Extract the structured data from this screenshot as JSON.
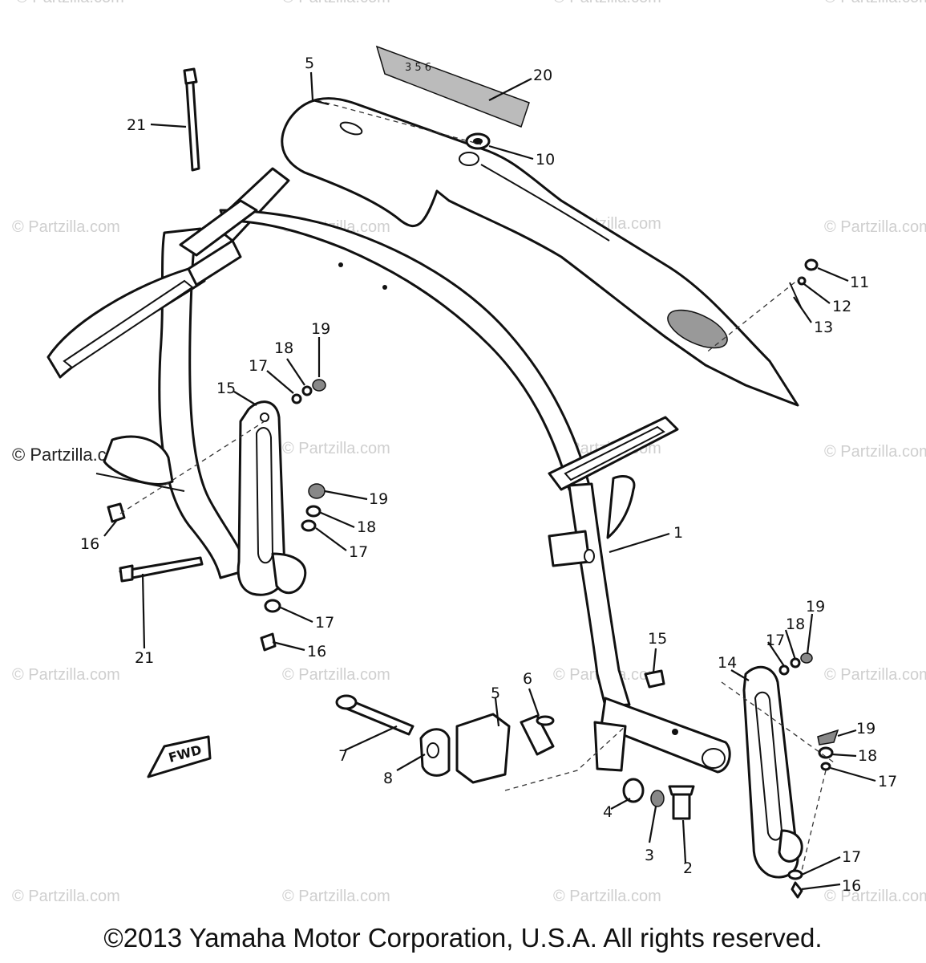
{
  "watermark": {
    "brand": "© Partzilla.com",
    "prominent": "© Partzilla.com"
  },
  "copyright": "©2013 Yamaha Motor Corporation, U.S.A. All rights reserved.",
  "fwd_label": "FWD",
  "callouts": {
    "c1": "1",
    "c2": "2",
    "c3": "3",
    "c4": "4",
    "c5_top": "5",
    "c5_bottom": "5",
    "c6": "6",
    "c7": "7",
    "c8": "8",
    "c10": "10",
    "c11": "11",
    "c12": "12",
    "c13": "13",
    "c14": "14",
    "c15_left": "15",
    "c15_mid": "15",
    "c16_left": "16",
    "c16_mid": "16",
    "c16_right": "16",
    "c17_a": "17",
    "c17_b": "17",
    "c17_c": "17",
    "c17_d": "17",
    "c17_e": "17",
    "c17_f": "17",
    "c18_a": "18",
    "c18_b": "18",
    "c18_c": "18",
    "c18_d": "18",
    "c19_a": "19",
    "c19_b": "19",
    "c19_c": "19",
    "c19_d": "19",
    "c20": "20",
    "c21_top": "21",
    "c21_bottom": "21"
  }
}
